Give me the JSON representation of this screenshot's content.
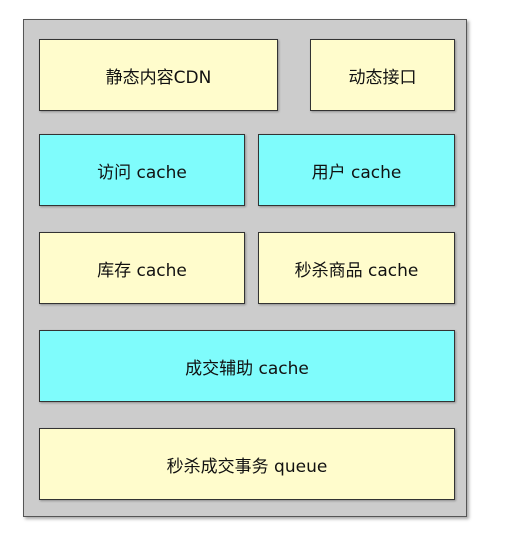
{
  "diagram": {
    "blocks": {
      "static_cdn": "静态内容CDN",
      "dynamic_api": "动态接口",
      "visit_cache": "访问 cache",
      "user_cache": "用户 cache",
      "inventory_cache": "库存 cache",
      "seckill_goods_cache": "秒杀商品 cache",
      "deal_aux_cache": "成交辅助 cache",
      "seckill_deal_queue": "秒杀成交事务 queue"
    },
    "colors": {
      "yellow_block": "#fffccc",
      "cyan_block": "#7ffcfc",
      "panel": "#cccccc"
    }
  }
}
